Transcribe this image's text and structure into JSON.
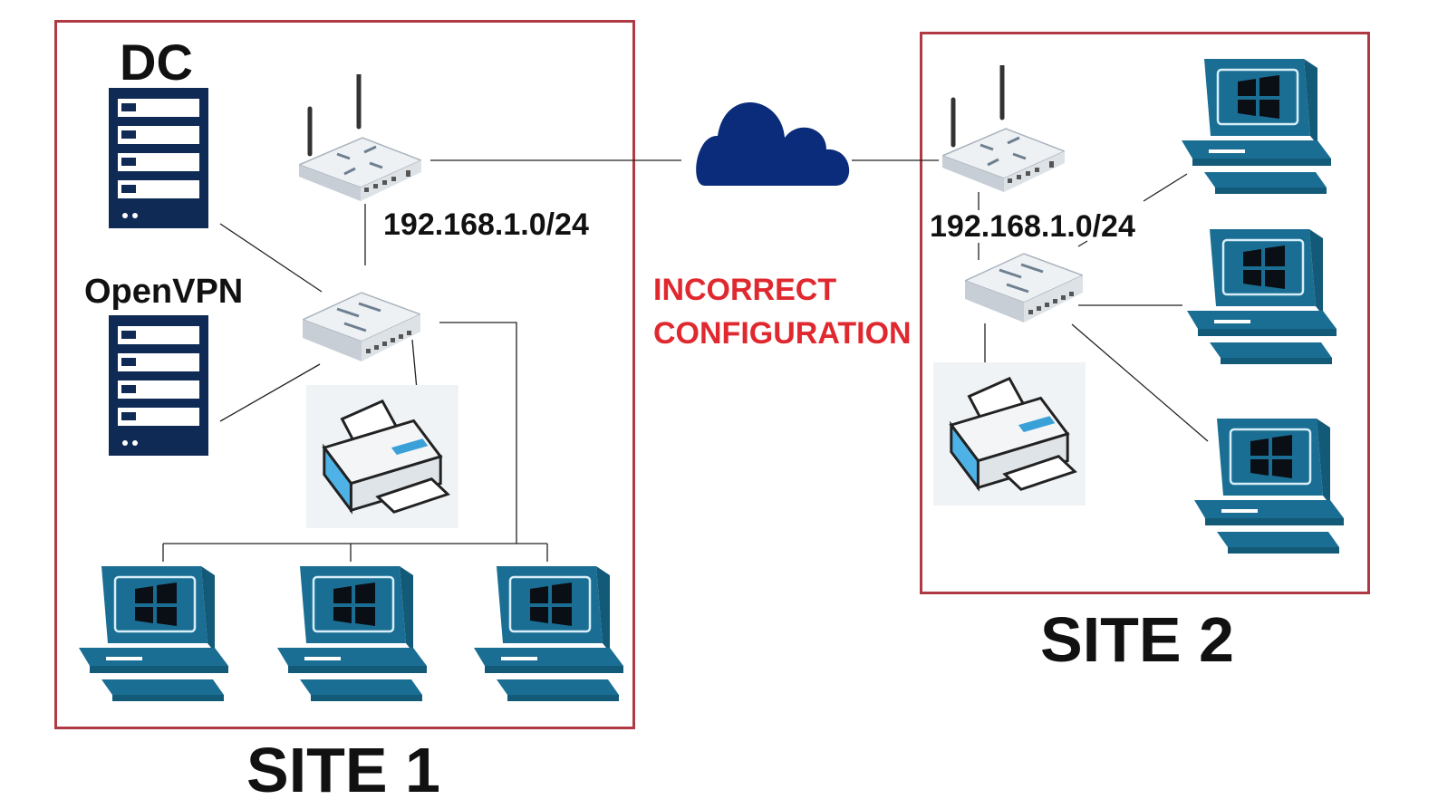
{
  "site1": {
    "title": "SITE 1",
    "subnet": "192.168.1.0/24",
    "server_dc": "DC",
    "server_vpn": "OpenVPN"
  },
  "site2": {
    "title": "SITE 2",
    "subnet": "192.168.1.0/24"
  },
  "alert": {
    "line1": "INCORRECT",
    "line2": "CONFIGURATION"
  },
  "colors": {
    "border": "#b03a44",
    "alert": "#e0282f",
    "cloud": "#0b2c7a",
    "pc": "#1b6e93",
    "server": "#0f2b55"
  },
  "icons": [
    "server-icon",
    "router-icon",
    "switch-icon",
    "printer-icon",
    "computer-icon",
    "windows-logo-icon",
    "cloud-icon"
  ]
}
